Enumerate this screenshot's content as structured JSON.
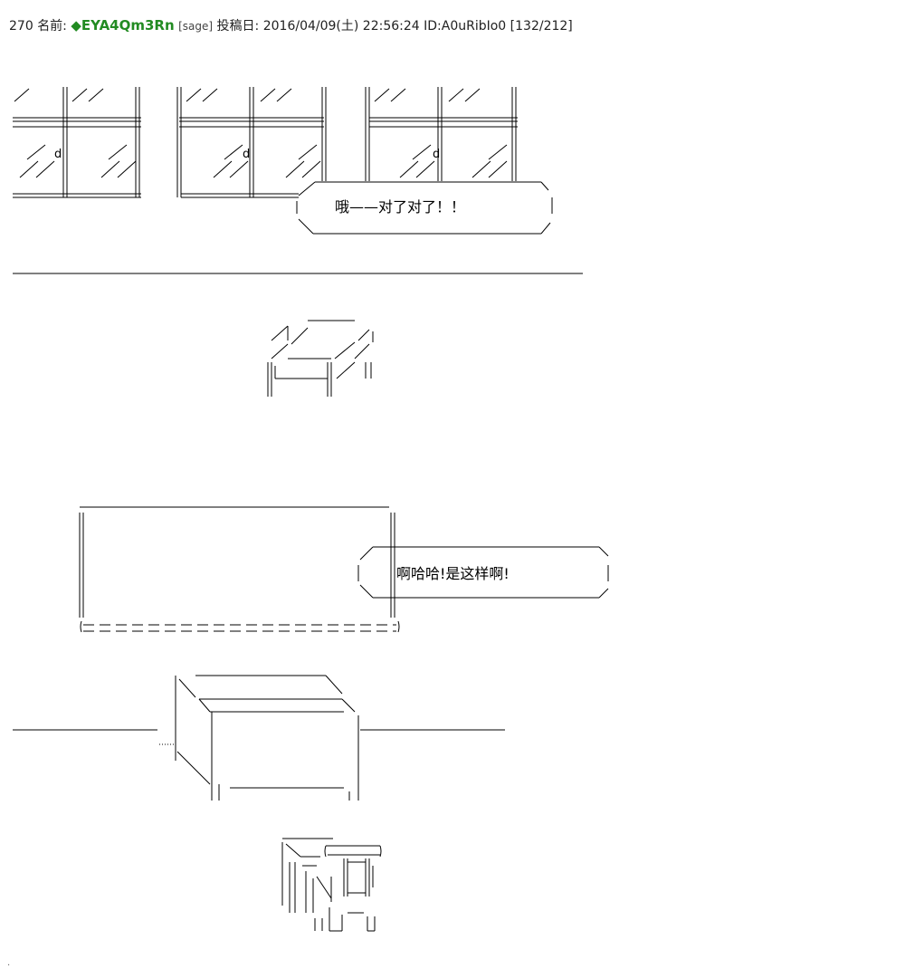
{
  "post": {
    "number": "270",
    "name_label": "名前:",
    "name": "◆EYA4Qm3Rn",
    "mail": "[sage]",
    "date_label": "投稿日:",
    "date": "2016/04/09(土) 22:56:24",
    "id": "ID:A0uRibIo0",
    "count": "[132/212]"
  },
  "speech": {
    "bubble1": "哦——对了对了！！",
    "bubble2": "啊哈哈!是这样啊!"
  },
  "art_glyph_d": "d",
  "footer": "."
}
